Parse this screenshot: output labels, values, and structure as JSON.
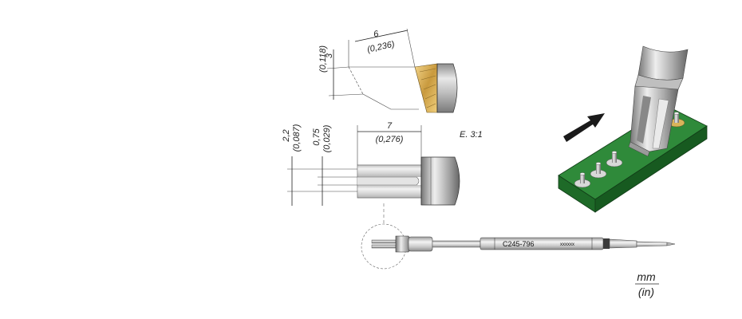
{
  "top_view": {
    "width_mm": "6",
    "width_in": "(0,236)",
    "height_mm": "3",
    "height_in": "(0,118)"
  },
  "side_view": {
    "height1_mm": "2,2",
    "height1_in": "(0,087)",
    "height2_mm": "0,75",
    "height2_in": "(0,029)",
    "length_mm": "7",
    "length_in": "(0,276)"
  },
  "scale_label": "E. 3:1",
  "part_number": "C245-796",
  "serial_mark": "xxxxxx",
  "units": {
    "primary": "mm",
    "secondary": "(in)"
  },
  "colors": {
    "board_green": "#2f8a3a",
    "gold": "#d9b45a",
    "chrome": "#b9b9b9",
    "arrow": "#1a1a1a"
  }
}
